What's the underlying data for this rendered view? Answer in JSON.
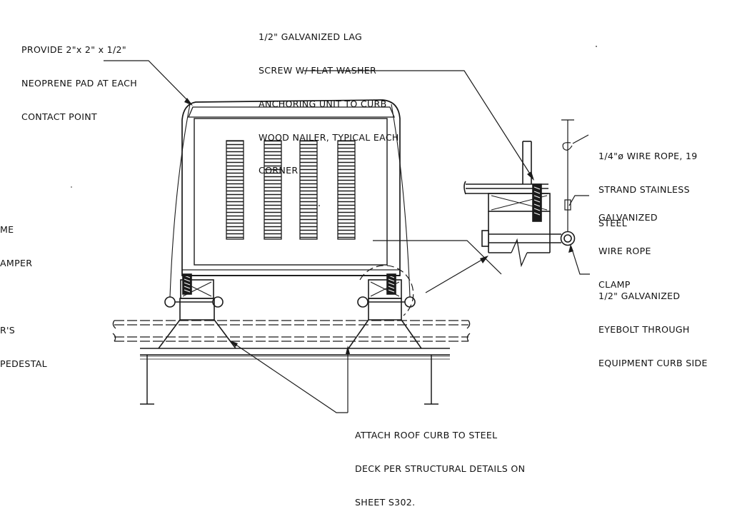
{
  "notes": {
    "neoprene": [
      "PROVIDE 2\"x 2\" x 1/2\"",
      "NEOPRENE PAD AT EACH",
      "CONTACT POINT"
    ],
    "lag_screw": [
      "1/2\" GALVANIZED LAG",
      "SCREW W/ FLAT WASHER",
      "ANCHORING UNIT TO CURB",
      "WOOD NAILER, TYPICAL EACH",
      "CORNER"
    ],
    "wire_rope": [
      "1/4\"ø WIRE ROPE, 19",
      "STRAND STAINLESS",
      "STEEL"
    ],
    "rope_clamp": [
      "GALVANIZED",
      "WIRE ROPE",
      "CLAMP"
    ],
    "eyebolt": [
      "1/2\" GALVANIZED",
      "EYEBOLT THROUGH",
      "EQUIPMENT CURB SIDE"
    ],
    "roof_curb": [
      "ATTACH ROOF CURB TO STEEL",
      "DECK PER STRUCTURAL DETAILS ON",
      "SHEET S302."
    ],
    "cut_left_a": [
      "ME",
      "AMPER"
    ],
    "cut_left_b": [
      "R'S",
      "PEDESTAL"
    ]
  }
}
